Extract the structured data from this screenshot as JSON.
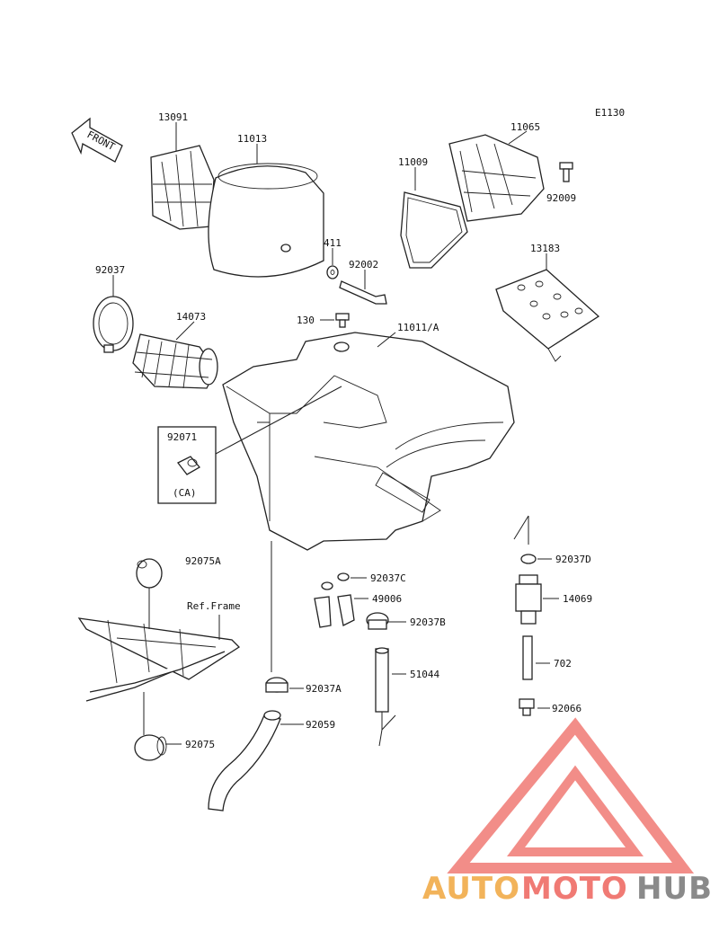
{
  "diagram_code": "E1130",
  "front_label": "FRONT",
  "ref_frame_label": "Ref.Frame",
  "ca_label": "(CA)",
  "parts": {
    "p13091": "13091",
    "p11013": "11013",
    "p11065": "11065",
    "p11009": "11009",
    "p92009": "92009",
    "p411": "411",
    "p92002": "92002",
    "p92037": "92037",
    "p13183": "13183",
    "p14073": "14073",
    "p130": "130",
    "p11011A": "11011/A",
    "p92071": "92071",
    "p92075A": "92075A",
    "p92037C": "92037C",
    "p49006": "49006",
    "p92037B": "92037B",
    "p92037D": "92037D",
    "p14069": "14069",
    "p702": "702",
    "p51044": "51044",
    "p92037A": "92037A",
    "p92066": "92066",
    "p92059": "92059",
    "p92075": "92075"
  },
  "watermark": {
    "part1": "AUTO",
    "part2": "MOTO",
    "part3": "HUB",
    "color1": "#f2b35a",
    "color2": "#f07a74",
    "color3": "#8a8a8a",
    "logo_color": "#f07a74"
  }
}
